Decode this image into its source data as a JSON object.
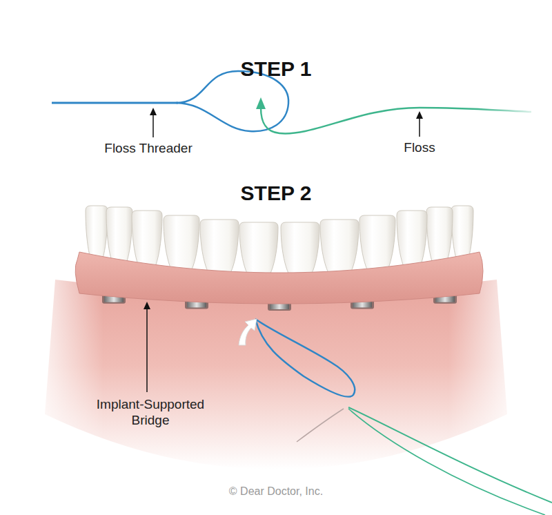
{
  "diagram": {
    "labels": [
      "STEP 1",
      "Floss Threader",
      "Floss",
      "STEP 2",
      "Implant-Supported Bridge",
      "© Dear Doctor, Inc."
    ]
  }
}
